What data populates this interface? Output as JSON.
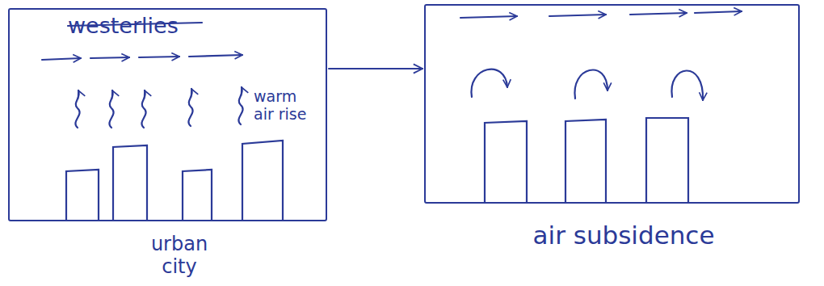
{
  "diagram": {
    "nodes": [
      {
        "text": [
          "westerlies",
          "warm air rise",
          "urban city"
        ]
      },
      {
        "text": [
          "air subsidence"
        ]
      }
    ],
    "edges": [
      {
        "from": 0,
        "to": 1,
        "arrow": "to"
      }
    ]
  }
}
